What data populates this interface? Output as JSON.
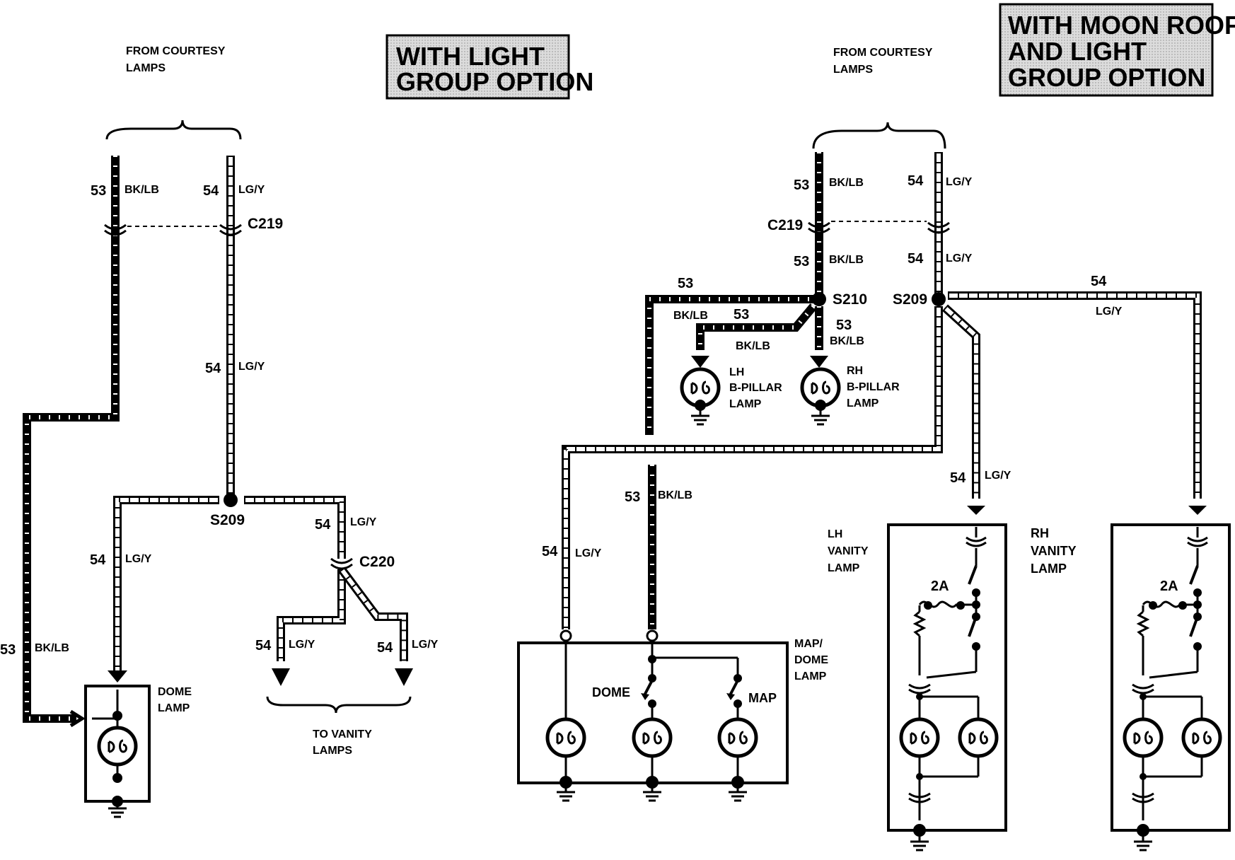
{
  "titles": {
    "left": [
      "WITH LIGHT",
      "GROUP OPTION"
    ],
    "right": [
      "WITH MOON ROOF",
      "AND LIGHT",
      "GROUP OPTION"
    ]
  },
  "labels": {
    "from_courtesy": [
      "FROM COURTESY",
      "LAMPS"
    ],
    "to_vanity": [
      "TO VANITY",
      "LAMPS"
    ],
    "dome_lamp": [
      "DOME",
      "LAMP"
    ],
    "lh_bpillar": [
      "LH",
      "B-PILLAR",
      "LAMP"
    ],
    "rh_bpillar": [
      "RH",
      "B-PILLAR",
      "LAMP"
    ],
    "map_dome_lamp": [
      "MAP/",
      "DOME",
      "LAMP"
    ],
    "dome": "DOME",
    "map": "MAP",
    "lh_vanity": [
      "LH",
      "VANITY",
      "LAMP"
    ],
    "rh_vanity": [
      "RH",
      "VANITY",
      "LAMP"
    ],
    "fuse": "2A"
  },
  "wires": {
    "c53": "53",
    "c54": "54",
    "bklb": "BK/LB",
    "lgy": "LG/Y"
  },
  "connectors": {
    "c219": "C219",
    "c220": "C220",
    "s209": "S209",
    "s210": "S210"
  },
  "colors": {
    "ink": "#000000",
    "title_bg": "#d9d9d9",
    "paper": "#ffffff"
  }
}
